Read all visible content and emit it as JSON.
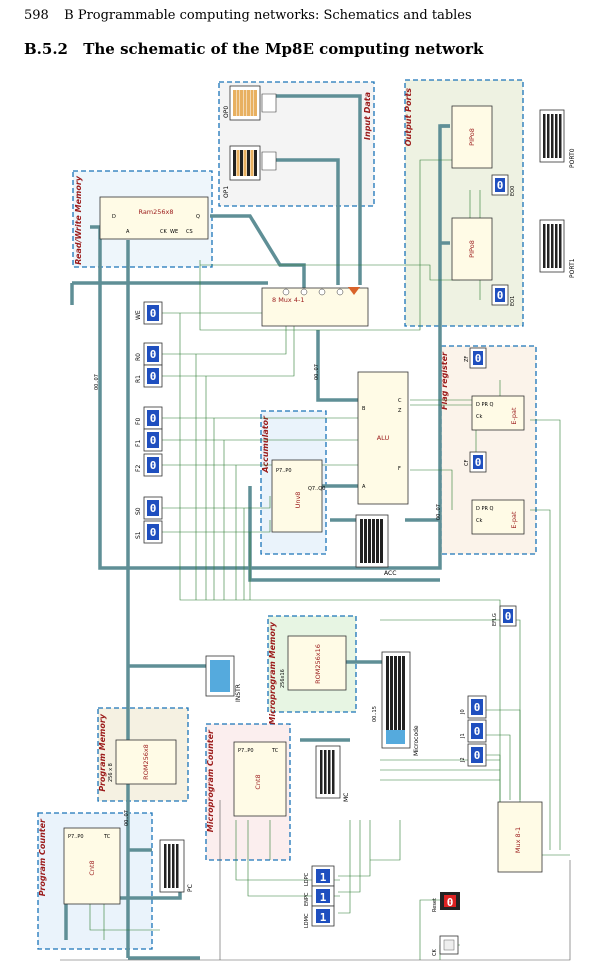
{
  "header": {
    "page_number": "598",
    "chapter": "B  Programmable computing networks: Schematics and tables"
  },
  "section": {
    "number": "B.5.2",
    "title": "The schematic of the Mp8E computing network"
  },
  "blocks": {
    "input_data": "Input Data",
    "output_ports": "Output Ports",
    "rw_memory": "Read/Write Memory",
    "flag_register": "Flag register",
    "accumulator": "Accumulator",
    "microprogram_memory": "Microprogram Memory",
    "program_memory": "Program Memory",
    "microprogram_counter": "Microprogram Counter",
    "program_counter": "Program Counter"
  },
  "components": {
    "ram": "Ram256x8",
    "mux_8e": "8 Mux 4-1",
    "alu": "ALU",
    "unv8": "Unv8",
    "pipo_0": "PIPo8",
    "pipo_1": "PIPo8",
    "rom_16": "ROM256x16",
    "rom_16_size": "256x16",
    "rom_8": "ROM256x8",
    "rom_8_size": "256 x 8",
    "cnt_mc": "Cnt8",
    "cnt_pc": "Cnt8",
    "mux_8_1": "Mux 8-1",
    "d_flip_a": "E-pat",
    "d_flip_b": "E-pat"
  },
  "labels": {
    "op0": "OP0",
    "op1": "OP1",
    "port0": "PORT0",
    "port1": "PORT1",
    "eo0": "EO0",
    "eo1": "EO1",
    "we": "WE",
    "r0": "R0",
    "r1": "R1",
    "f0": "F0",
    "f1": "F1",
    "f2": "F2",
    "s0": "S0",
    "s1": "S1",
    "acc": "ACC",
    "zf": "ZF",
    "cf": "CF",
    "eflg": "EFLG",
    "instr": "INSTR",
    "microcode": "Microcode",
    "mc": "MC",
    "pc": "PC",
    "j0": "J0",
    "j1": "J1",
    "j2": "J2",
    "ldpc": "LDPC",
    "enpc": "ENPC",
    "ldmc": "LDMC",
    "reset": "Reset",
    "ck": "CK",
    "bus": "00..07",
    "bus_mc": "00..15"
  },
  "switch_values": {
    "we": "0",
    "r0": "0",
    "r1": "0",
    "f0": "0",
    "f1": "0",
    "f2": "0",
    "s0": "0",
    "s1": "0",
    "eo0": "0",
    "eo1": "0",
    "zf": "0",
    "cf": "0",
    "eflg": "0",
    "j0": "0",
    "j1": "0",
    "j2": "0",
    "ldpc": "1",
    "enpc": "1",
    "ldmc": "1",
    "reset": "0"
  }
}
